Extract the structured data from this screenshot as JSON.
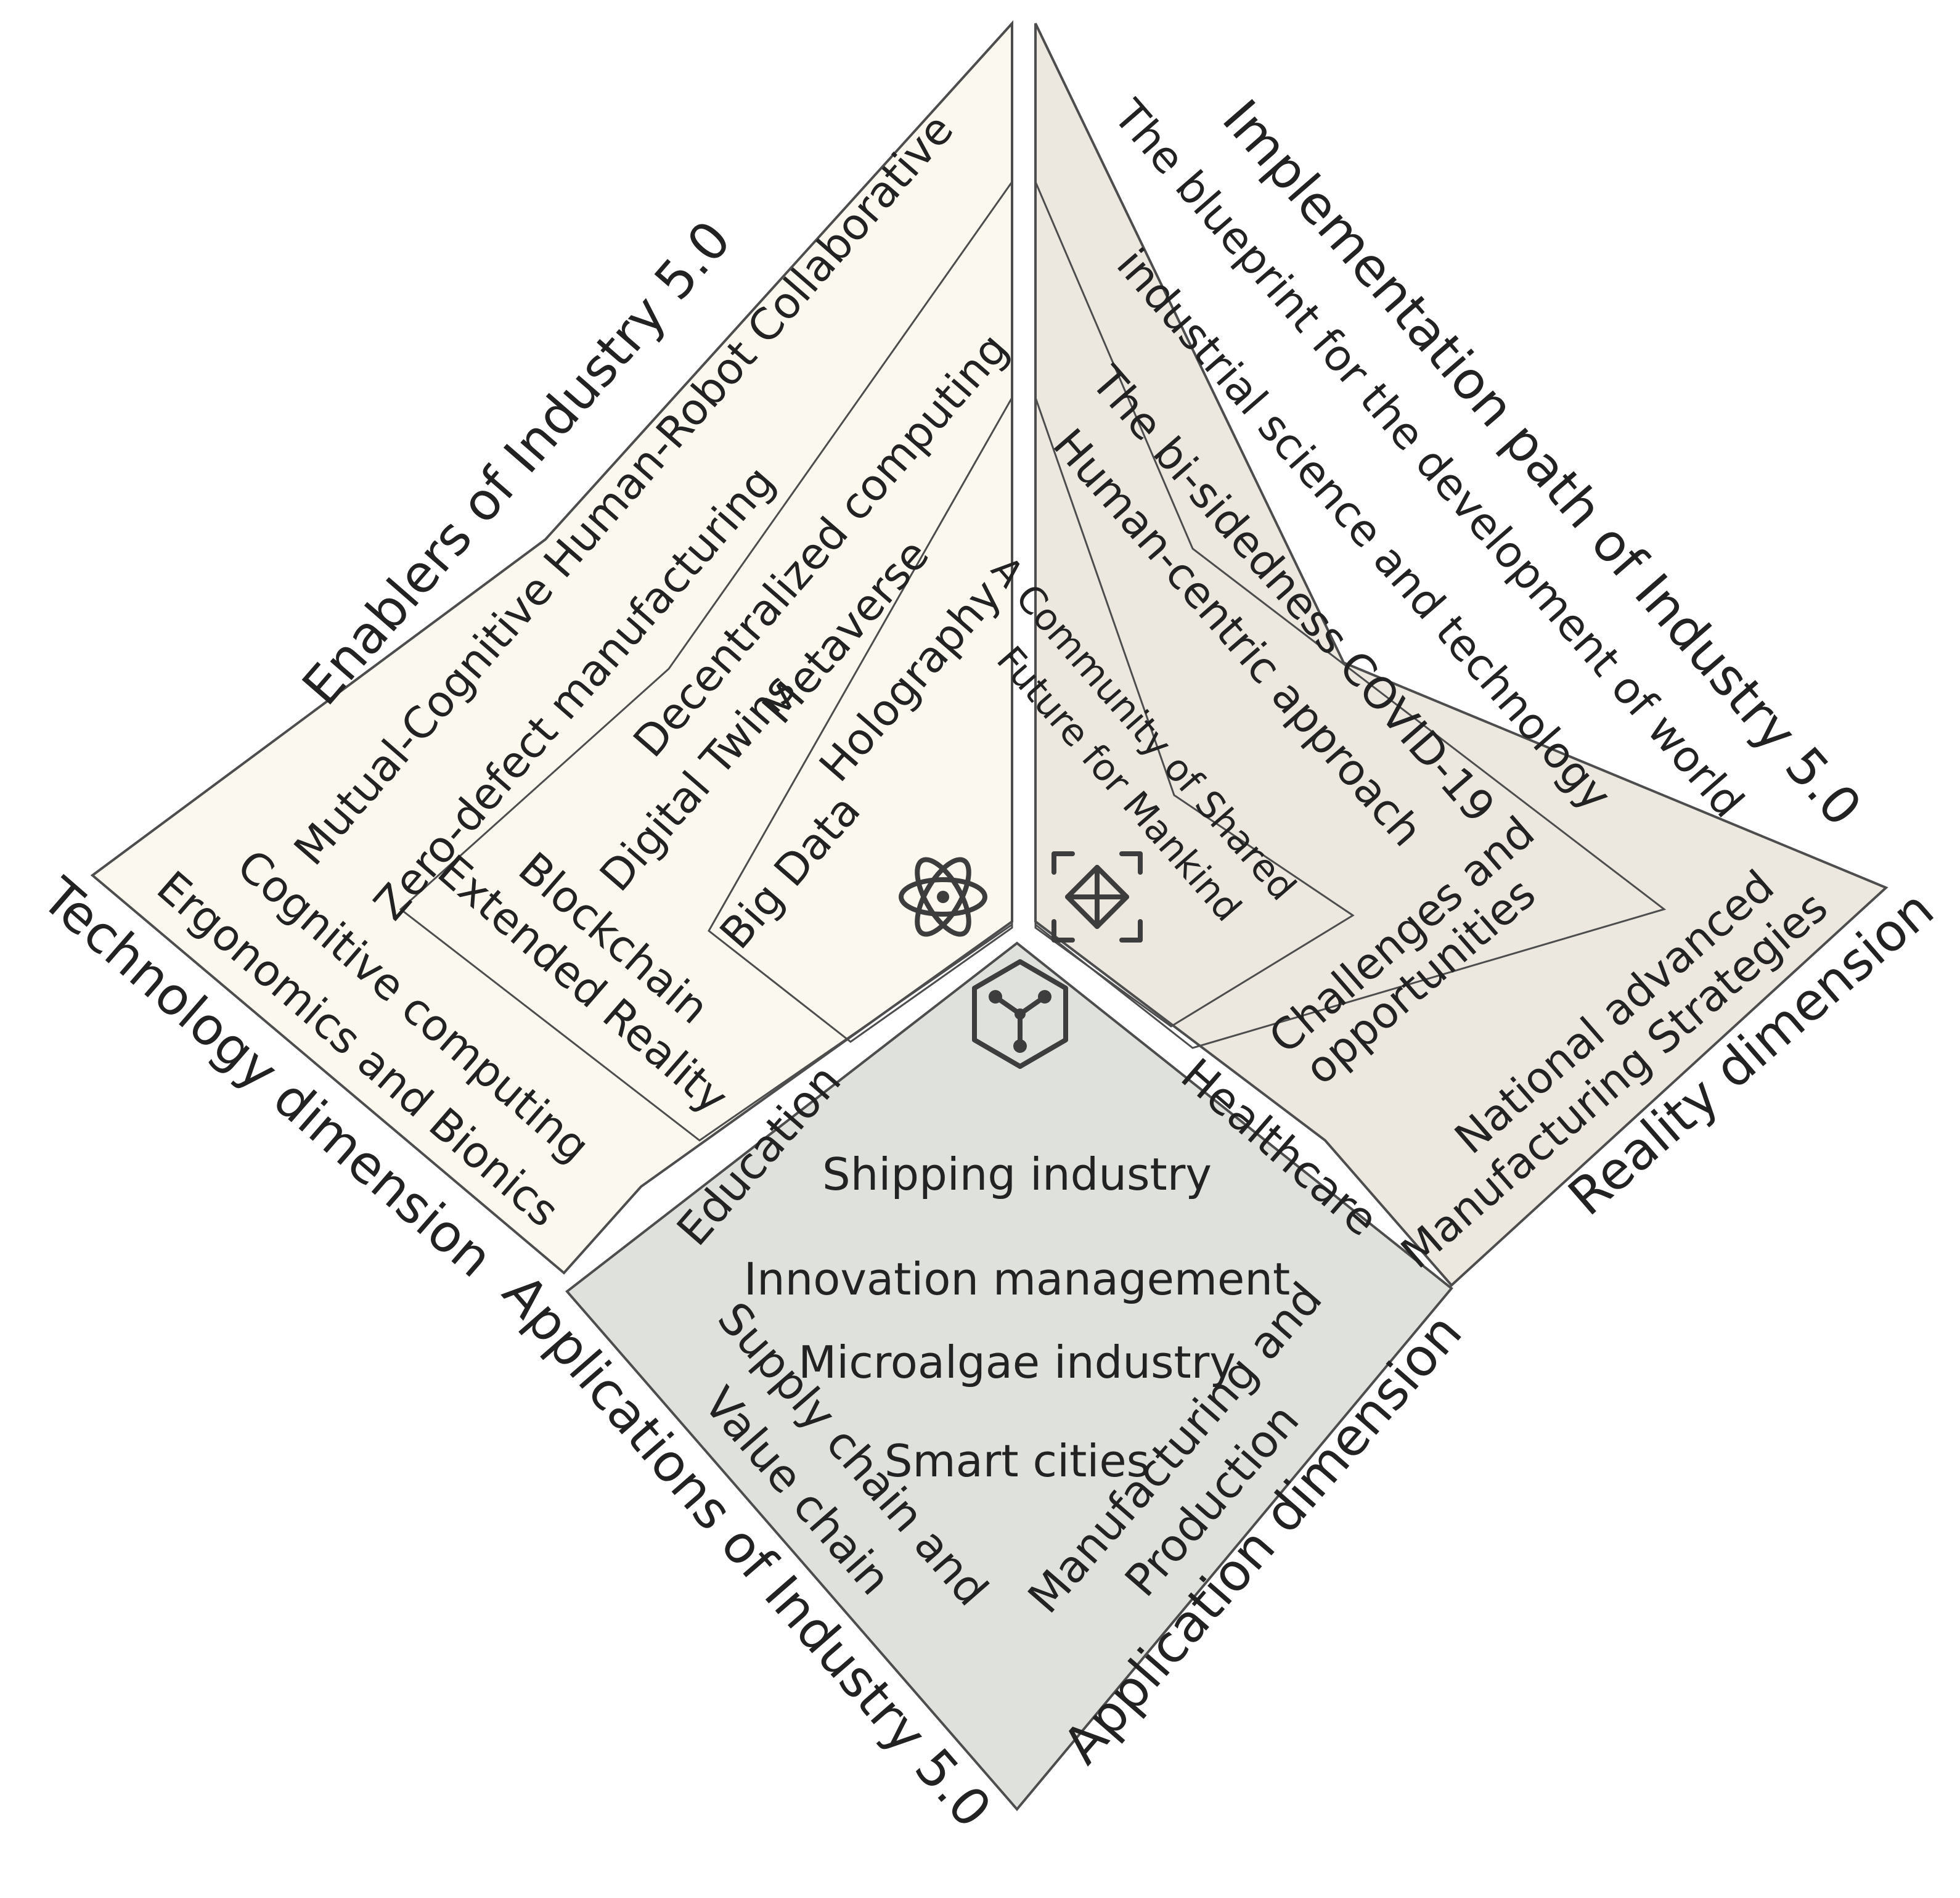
{
  "colors": {
    "technology_panel": "#fbf9ef",
    "reality_panel": "#ece8df",
    "application_panel": "#dfe1dc",
    "outline": "#4d4d4d",
    "text": "#222222"
  },
  "technology": {
    "section_title": "Enablers of Industry 5.0",
    "dimension": "Technology dimension",
    "items": {
      "mutual_cognitive": "Mutual-Cognitive Human-Robot Collaborative",
      "zero_defect": "Zero-defect manufacturing",
      "cognitive_computing": "Cognitive computing",
      "ergonomics": "Ergonomics and Bionics",
      "decentralized": "Decentralized computing",
      "blockchain": "Blockchain",
      "extended_reality": "Extended Reality",
      "metaverse": "Metaverse",
      "digital_twins": "Digital Twins",
      "holography": "Holography",
      "big_data": "Big Data"
    },
    "icon": "atom-icon"
  },
  "reality": {
    "section_title": "Implementation  path of Industry 5.0",
    "dimension": "Reality dimension",
    "items": {
      "blueprint_1": "The blueprint for the development of world",
      "blueprint_2": "industrial science and technology",
      "bisidedness": "The bi-sidedness COVID-19",
      "human_centric": "Human-centric approach",
      "community_1": "A Community of Shared",
      "community_2": "Future for Mankind",
      "challenges_1": "Challenges and",
      "challenges_2": "opportunities",
      "national_1": "National advanced",
      "national_2": "Manufacturing Strategies"
    },
    "icon": "focus-cube-icon"
  },
  "application": {
    "section_title": "Applications of Industry 5.0",
    "dimension": "Application dimension",
    "items": {
      "education": "Education",
      "healthcare": "Healthcare",
      "shipping": "Shipping industry",
      "innovation": "Innovation management",
      "microalgae": "Microalgae industry",
      "smart_cities": "Smart cities",
      "supply_1": "Supply chain and",
      "supply_2": "Value chain",
      "manufacturing_1": "Manufacturing and",
      "manufacturing_2": "Production"
    },
    "icon": "hexagon-network-icon"
  }
}
